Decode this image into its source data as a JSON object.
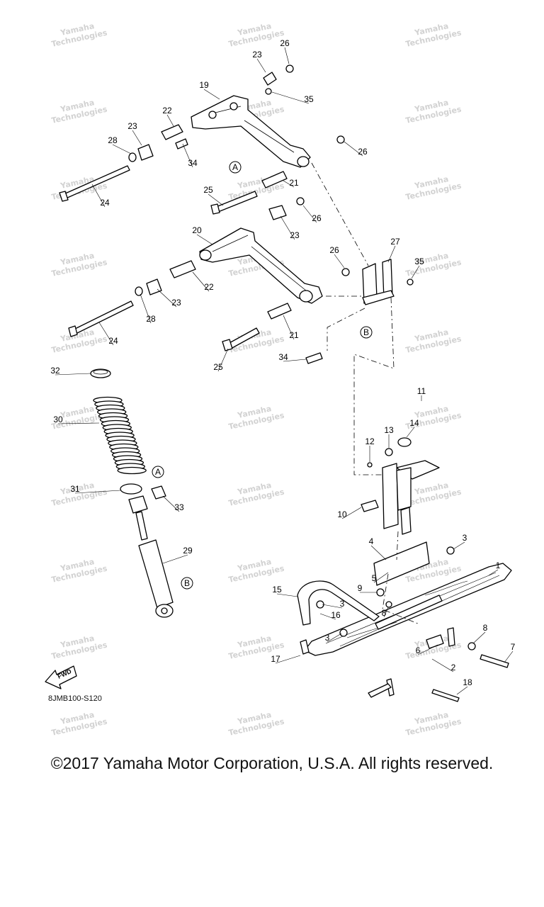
{
  "diagram": {
    "reference_code": "8JMB100-S120",
    "direction_badge": "FWD",
    "watermark_text": "Yamaha Technologies",
    "ref_markers": [
      "A",
      "B"
    ],
    "callouts": [
      "1",
      "2",
      "3",
      "4",
      "5",
      "6",
      "7",
      "8",
      "9",
      "10",
      "11",
      "12",
      "13",
      "14",
      "15",
      "16",
      "17",
      "18",
      "19",
      "20",
      "21",
      "22",
      "23",
      "24",
      "25",
      "26",
      "27",
      "28",
      "29",
      "30",
      "31",
      "32",
      "33",
      "34",
      "35"
    ]
  },
  "copyright": "©2017 Yamaha Motor Corporation, U.S.A. All rights reserved."
}
